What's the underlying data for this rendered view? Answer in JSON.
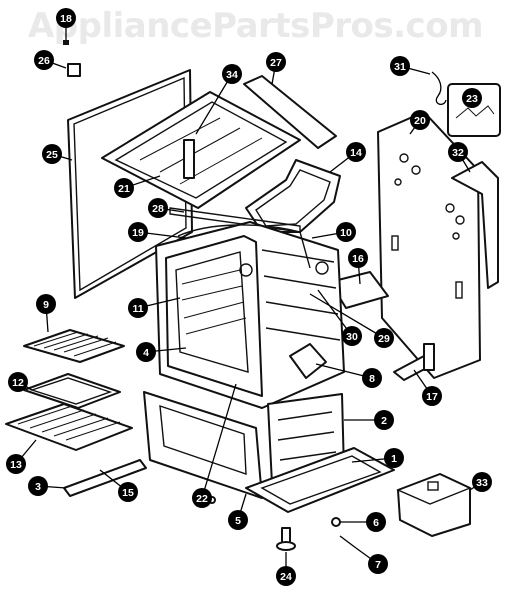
{
  "watermark": "AppliancePartsPros.com",
  "callouts": [
    "18",
    "26",
    "34",
    "27",
    "31",
    "23",
    "20",
    "32",
    "25",
    "21",
    "14",
    "28",
    "19",
    "10",
    "16",
    "11",
    "30",
    "29",
    "9",
    "4",
    "8",
    "17",
    "12",
    "2",
    "13",
    "1",
    "3",
    "15",
    "22",
    "33",
    "5",
    "6",
    "7",
    "24"
  ]
}
